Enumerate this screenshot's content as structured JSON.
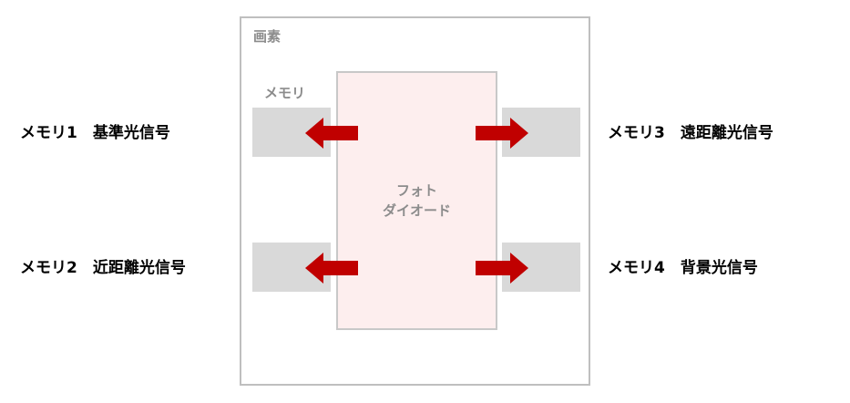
{
  "pixel": {
    "label": "画素"
  },
  "memory": {
    "label": "メモリ"
  },
  "photodiode": {
    "line1": "フォト",
    "line2": "ダイオード"
  },
  "memories": [
    {
      "label": "メモリ1　基準光信号"
    },
    {
      "label": "メモリ2　近距離光信号"
    },
    {
      "label": "メモリ3　遠距離光信号"
    },
    {
      "label": "メモリ4　背景光信号"
    }
  ],
  "colors": {
    "arrow": "#c00000",
    "memory_cell": "#d9d9d9",
    "photodiode_fill": "#fdeeee",
    "border": "#bfbfbf",
    "muted_text": "#8c8c8c"
  }
}
